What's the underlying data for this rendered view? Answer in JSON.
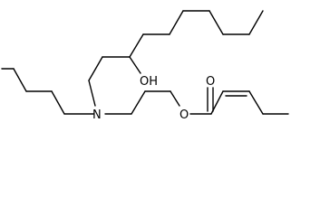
{
  "structure": {
    "atom_labels": {
      "hydroxyl": "OH",
      "amine_nitrogen": "N",
      "ester_carbonyl_oxygen": "O",
      "ester_bridge_oxygen": "O"
    },
    "colors": {
      "bond": "#000000",
      "text": "#000000",
      "background": "#ffffff"
    }
  }
}
